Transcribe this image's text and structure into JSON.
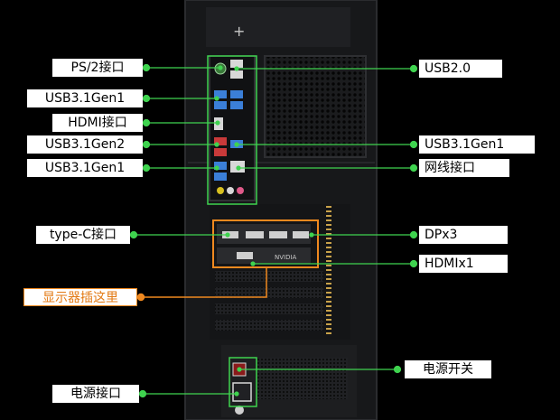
{
  "colors": {
    "background": "#000000",
    "case": "#17181a",
    "green_leader": "#3fd34f",
    "orange_leader": "#f0891f",
    "label_bg": "#ffffff"
  },
  "labels": {
    "ps2": "PS/2接口",
    "usb31gen1_top": "USB3.1Gen1",
    "hdmi_mb": "HDMI接口",
    "usb31gen2": "USB3.1Gen2",
    "usb31gen1_bottom": "USB3.1Gen1",
    "typec": "type-C接口",
    "display_here": "显示器插这里",
    "power_port": "电源接口",
    "usb20": "USB2.0",
    "usb31gen1_right": "USB3.1Gen1",
    "ethernet": "网线接口",
    "dp": "DPx3",
    "hdmi_gpu": "HDMIx1",
    "power_switch": "电源开关"
  },
  "gpu_brand": "NVIDIA"
}
